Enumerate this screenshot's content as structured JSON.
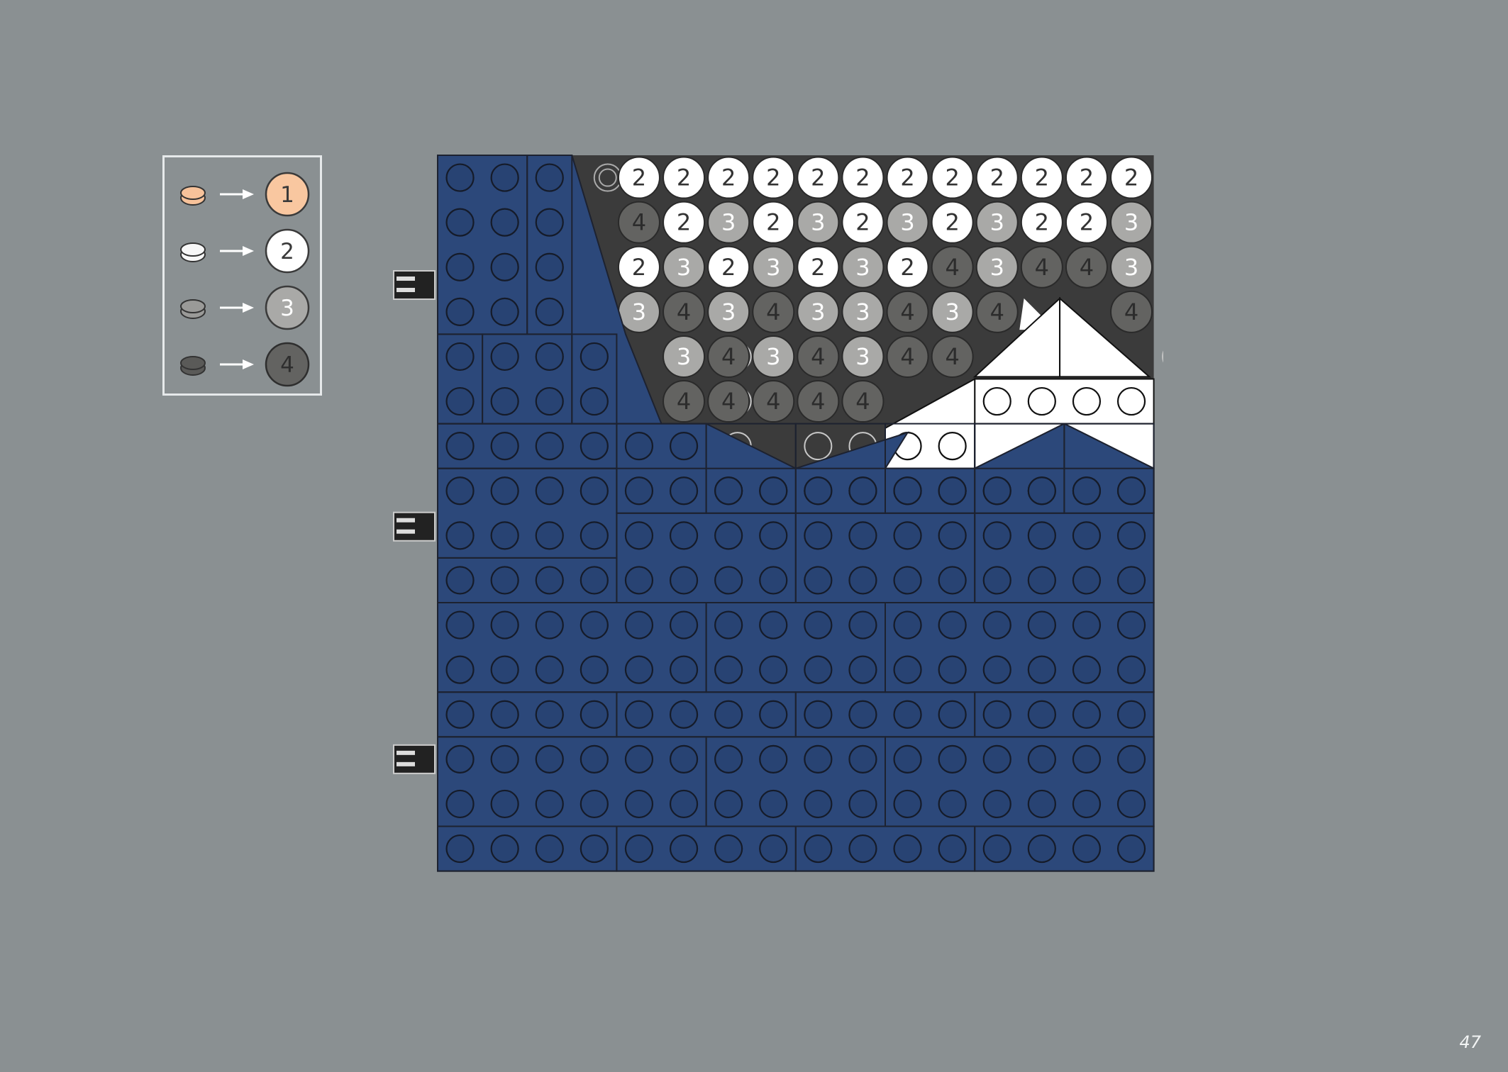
{
  "page_number": "47",
  "legend": [
    {
      "number": "1",
      "swatch": "#f7c29a",
      "disc": "#f9c7a0",
      "text_color": "#3a3a3a",
      "ring": "#3a3a3a"
    },
    {
      "number": "2",
      "swatch": "#f7f7f7",
      "disc": "#ffffff",
      "text_color": "#3a3a3a",
      "ring": "#3a3a3a"
    },
    {
      "number": "3",
      "swatch": "#9a9a98",
      "disc": "#a9a9a7",
      "text_color": "#ffffff",
      "ring": "#3a3a3a"
    },
    {
      "number": "4",
      "swatch": "#5a5a58",
      "disc": "#636361",
      "text_color": "#2e2e2e",
      "ring": "#2e2e2e"
    }
  ],
  "colors": {
    "blue": "#2c487a",
    "blue_stud": "#284373",
    "sky": "#3b3b3b",
    "white": "#ffffff",
    "outline": "#1d2230"
  },
  "mosaic": {
    "rows": [
      "..222222222222",
      "..423232323223",
      "..232323243443",
      "..343433434..4",
      "...3434344....",
      "...44444......",
      "..............",
      "..............",
      "..............",
      "..............",
      "..............",
      "..............",
      "..............",
      "..............",
      "..............",
      ".............."
    ]
  }
}
